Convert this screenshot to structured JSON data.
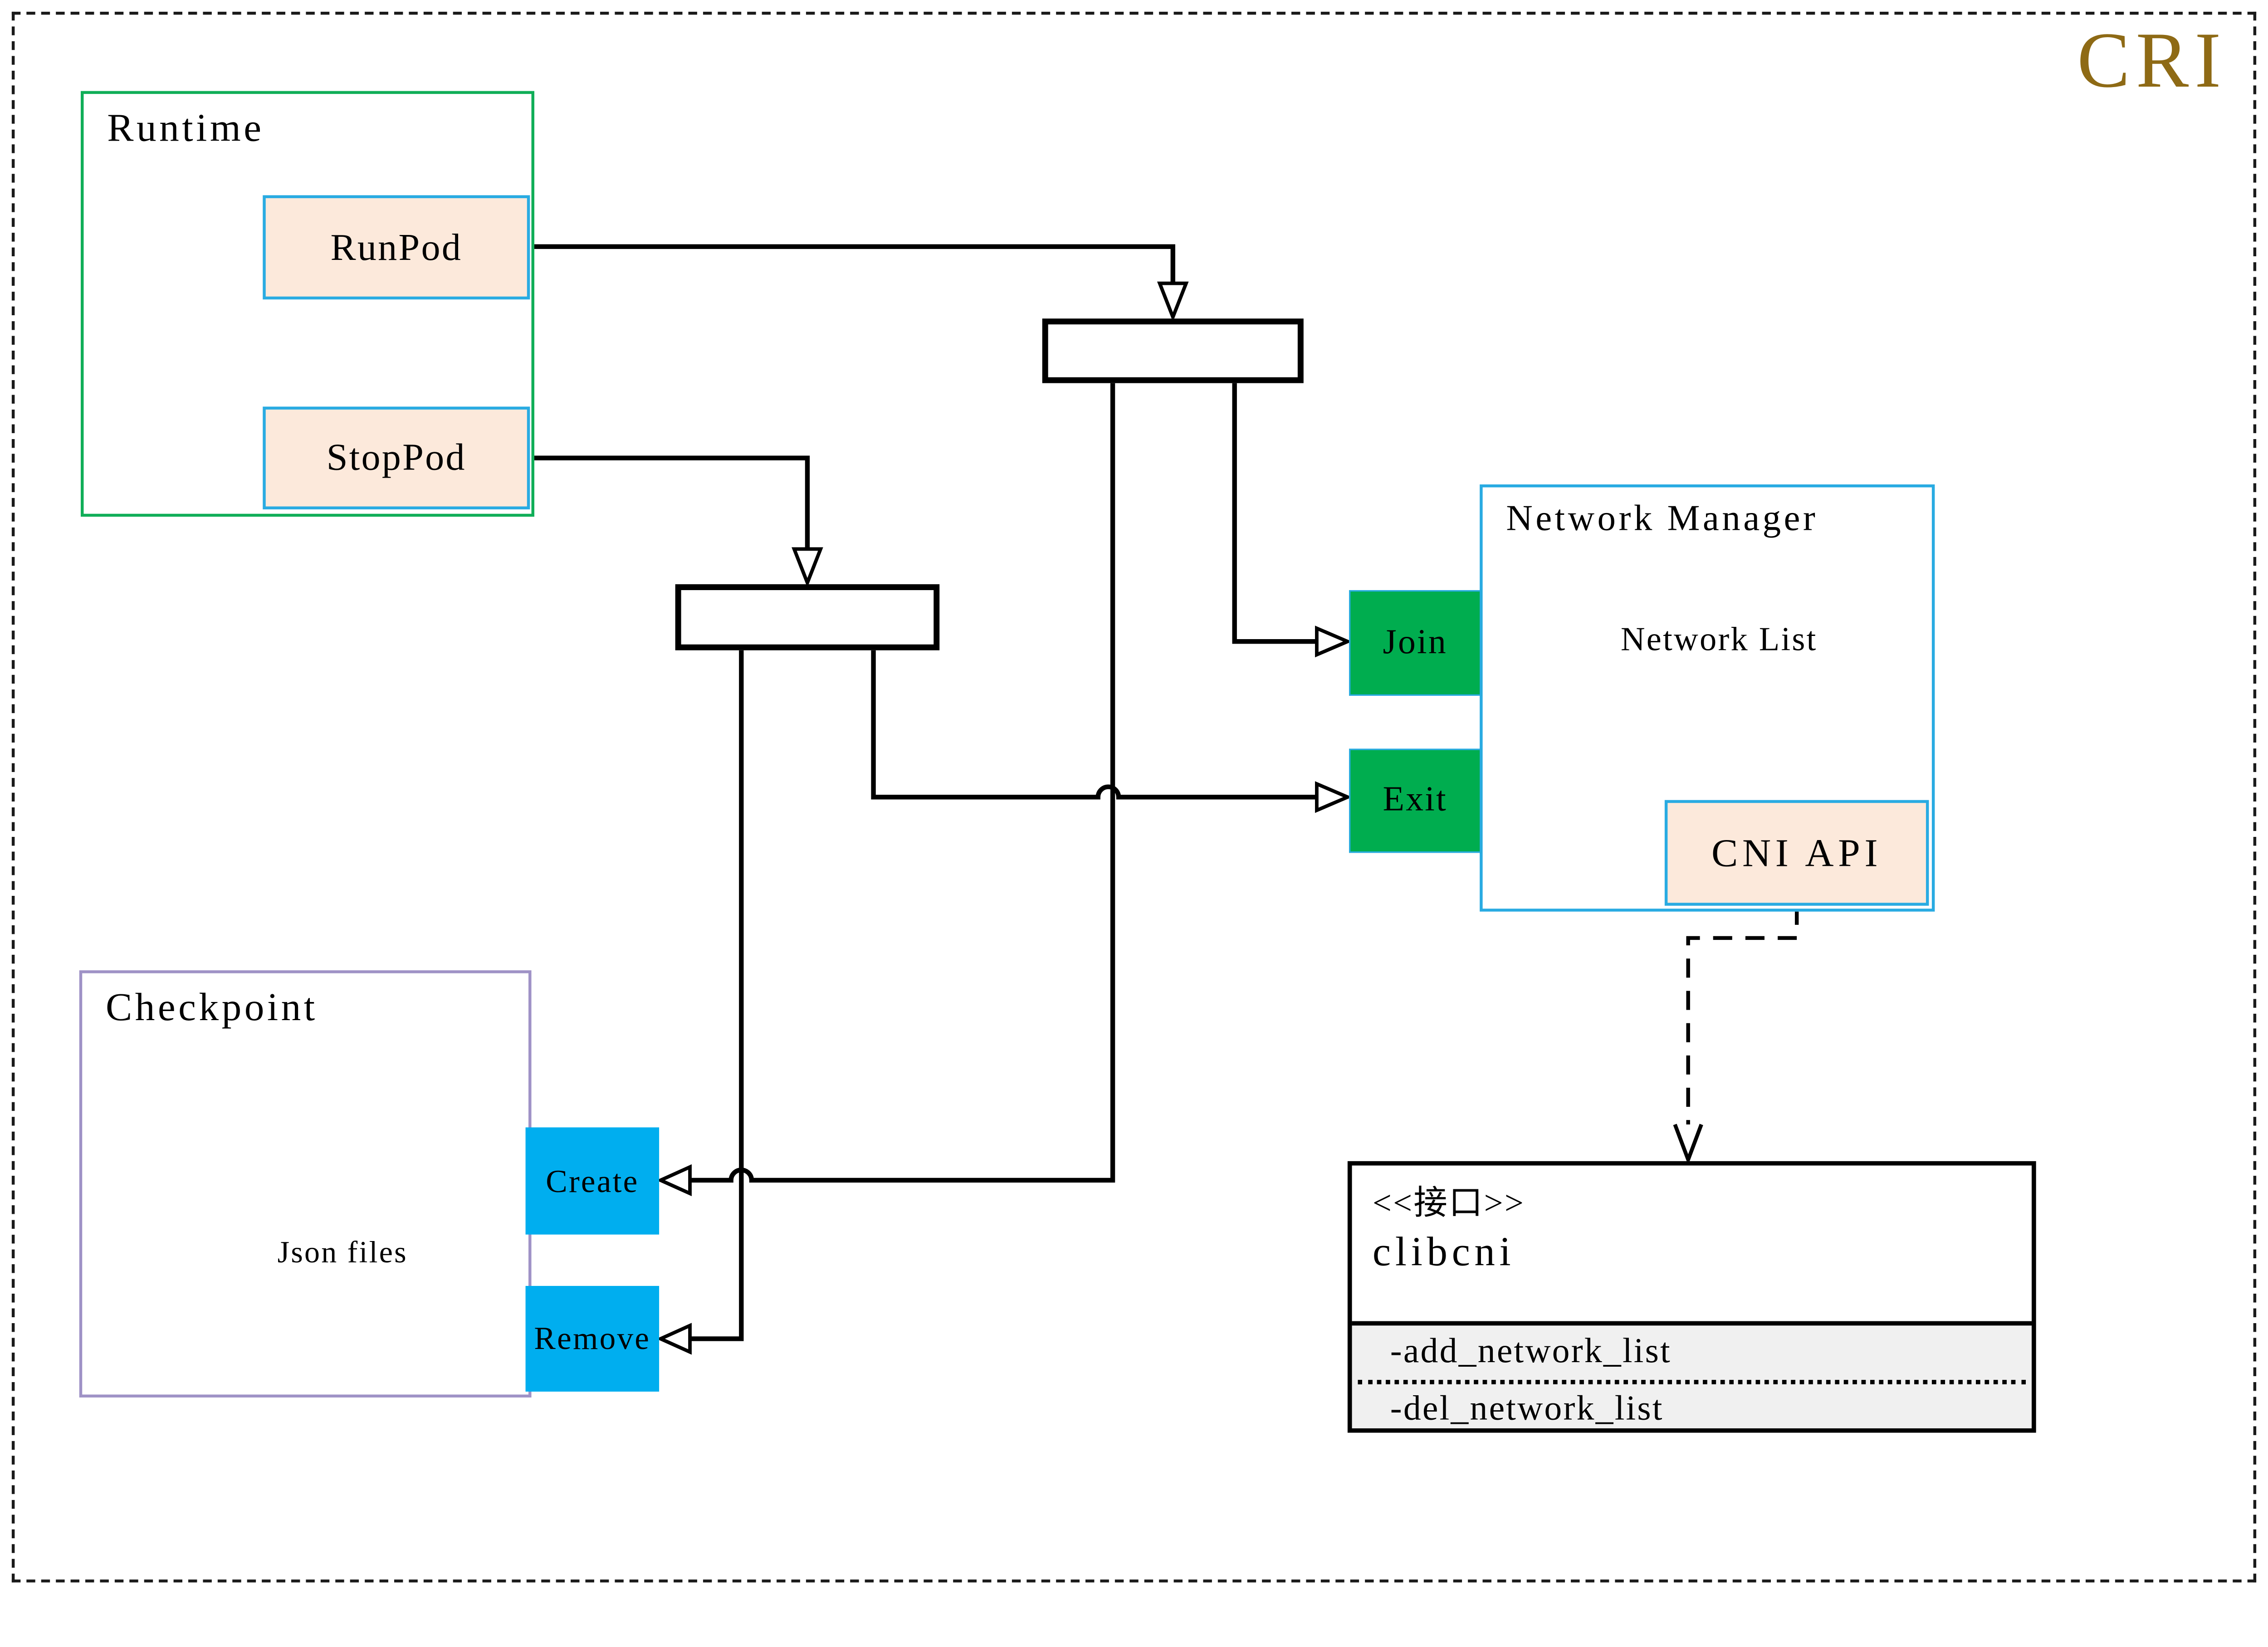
{
  "title": "CRI",
  "colors": {
    "title_gold": "#8e6a15",
    "runtime_border_green": "#10ae58",
    "checkpoint_border_purple": "#9f92c6",
    "box_border_blue": "#29abe2",
    "button_green": "#00ad4f",
    "button_cyan": "#00aeef",
    "button_peach": "#fce9db",
    "interface_section_gray": "#f0f0f0",
    "line_black": "#000000",
    "cylinder_gray": "#676767"
  },
  "runtime": {
    "label": "Runtime",
    "buttons": [
      {
        "label": "RunPod"
      },
      {
        "label": "StopPod"
      }
    ]
  },
  "network_manager": {
    "label": "Network Manager",
    "database_label": "Network List",
    "buttons": [
      {
        "label": "Join"
      },
      {
        "label": "Exit"
      }
    ],
    "cni_api_label": "CNI API"
  },
  "checkpoint": {
    "label": "Checkpoint",
    "database_label": "Json files",
    "buttons": [
      {
        "label": "Create"
      },
      {
        "label": "Remove"
      }
    ]
  },
  "interface_box": {
    "stereotype": "<<接口>>",
    "name": "clibcni",
    "methods": [
      "-add_network_list",
      "-del_network_list"
    ]
  }
}
